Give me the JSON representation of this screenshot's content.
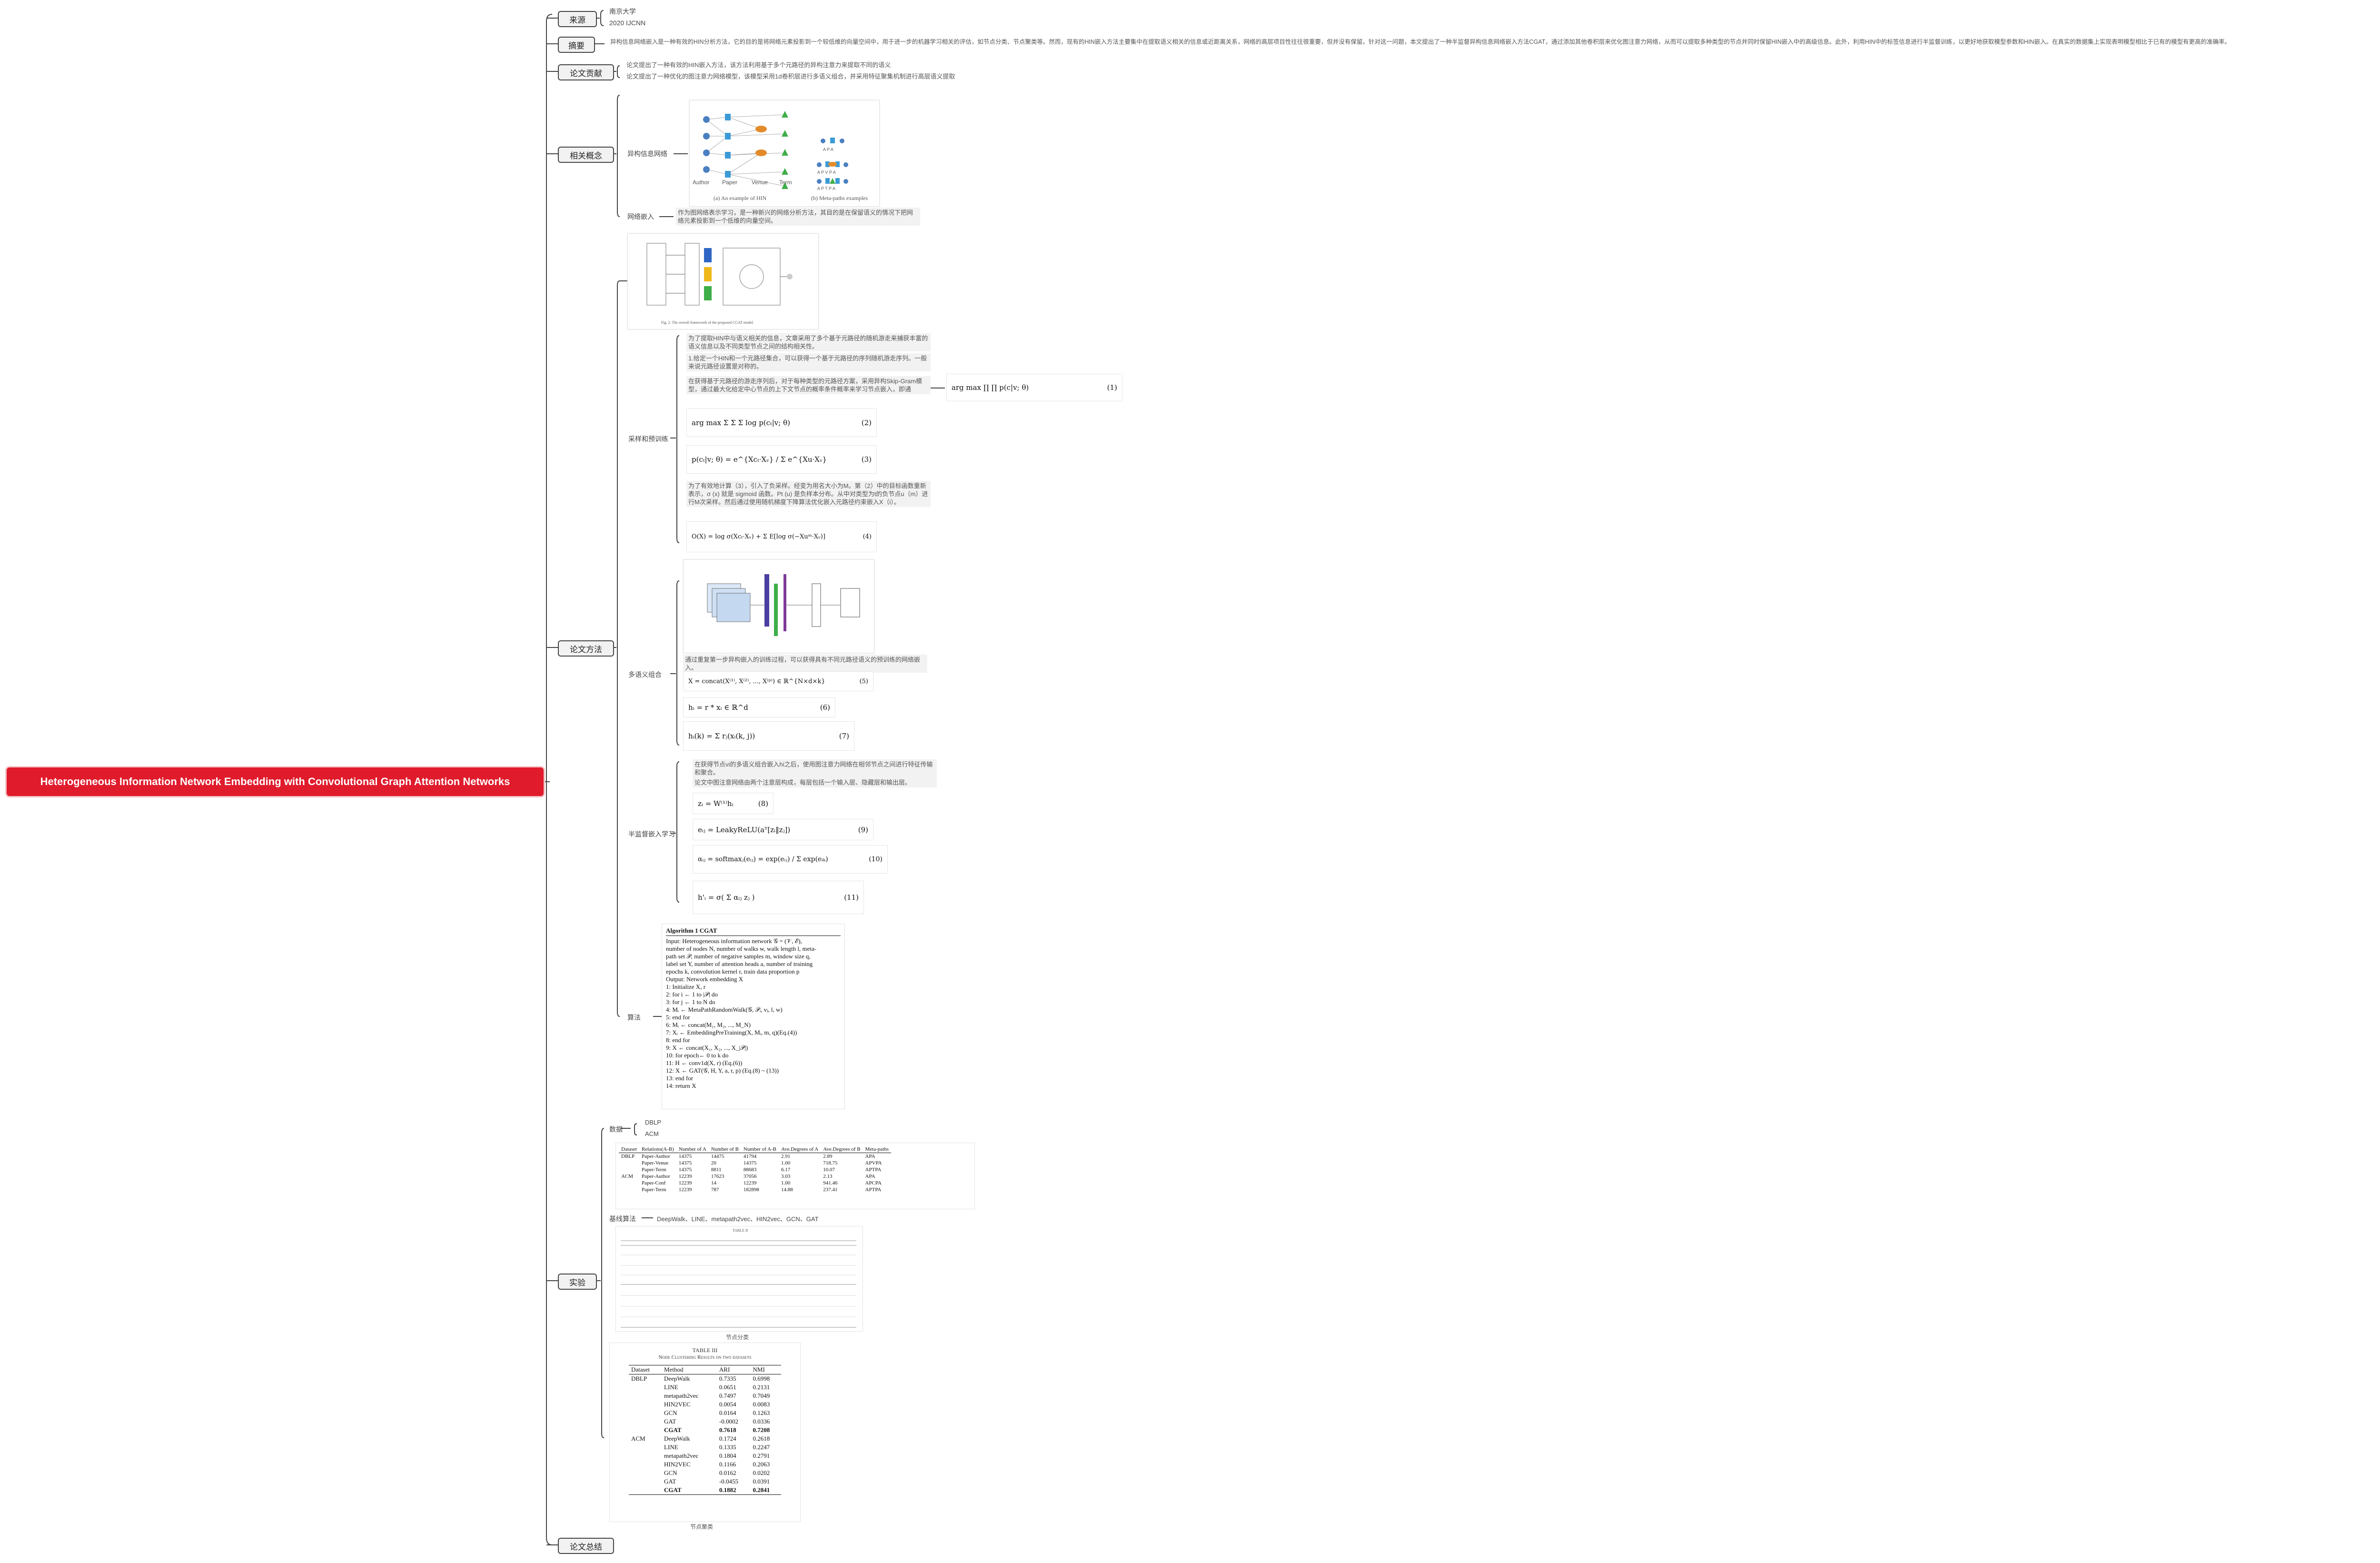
{
  "root": {
    "title": "Heterogeneous Information Network Embedding with Convolutional Graph Attention Networks"
  },
  "topics": {
    "source": "来源",
    "abstract": "摘要",
    "contribution": "论文贡献",
    "concepts": "相关概念",
    "method": "论文方法",
    "experiment": "实验",
    "summary": "论文总结"
  },
  "source": {
    "items": [
      "南京大学",
      "2020 IJCNN"
    ]
  },
  "abstract": {
    "text": "异构信息网络嵌入是一种有效的HIN分析方法，它的目的是将网络元素投影到一个较低维的向量空间中，用于进一步的机器学习相关的评估，如节点分类、节点聚类等。然而，现有的HIN嵌入方法主要集中在提取语义相关的信息或近距离关系，网络的高层项目性往往很重要，但并没有保留。针对这一问题，本文提出了一种半监督异构信息网络嵌入方法CGAT，通过添加其他卷积层来优化图注意力网络，从而可以提取多种类型的节点并同时保留HIN嵌入中的高级信息。此外，利用HIN中的标签信息进行半监督训练，以更好地获取模型参数和HIN嵌入。在真实的数据集上实现表明模型相比于已有的模型有更高的准确率。"
  },
  "contribution": {
    "items": [
      "论文提出了一种有效的HIN嵌入方法，该方法利用基于多个元路径的异构注意力来提取不同的语义",
      "论文提出了一种优化的图注意力网络模型，该模型采用1d卷积层进行多语义组合，并采用特征聚集机制进行高层语义提取"
    ]
  },
  "concepts": {
    "hin_label": "异构信息网络",
    "hin_caption_a": "(a) An example of HIN",
    "hin_caption_b": "(b) Meta-paths examples",
    "hin_nodes": [
      "Author",
      "Paper",
      "Venue",
      "Term"
    ],
    "metapaths": [
      "A P A",
      "A P V P A",
      "A P T P A"
    ],
    "embed_label": "网络嵌入",
    "embed_text": "作为图网络表示学习，是一种新兴的网络分析方法，其目的是在保留语义的情况下把网络元素投影到一个低维的向量空间。"
  },
  "method": {
    "figure_caption": "Fig. 2. The overall framework of the proposed CGAT model.",
    "sampling_label": "采样和预训练",
    "sampling_texts": [
      "为了提取HIN中与语义相关的信息，文章采用了多个基于元路径的随机游走来捕获丰富的语义信息以及不同类型节点之间的结构相关性。",
      "1.给定一个HIN和一个元路径集合，可以获得一个基于元路径的序列随机游走序列。一般来说元路径设置是对称的。",
      "在获得基于元路径的游走序列后，对于每种类型的元路径方案，采用异构Skip-Gram模型，通过最大化给定中心节点的上下文节点的概率条件概率来学习节点嵌入，即通"
    ],
    "eq1": "arg max ∏ ∏ p(c|v; θ)",
    "eq1_no": "(1)",
    "eq2": "arg max Σ Σ Σ log p(cₜ|v; θ)",
    "eq2_no": "(2)",
    "eq3": "p(cₜ|v; θ) = e^{Xcₜ·Xᵥ} / Σ e^{Xu·Xᵥ}",
    "eq3_no": "(3)",
    "sampling_text4": "为了有效地计算（3），引入了负采样。经变为用名大小为M。第（2）中的目标函数重新表示，σ (x) 就是 sigmoid 函数。Pt (u) 是负样本分布。从中对类型为t的负节点u（m）进行M次采样。然后通过使用随机梯度下降算法优化嵌入元路径约束嵌入X（i）。",
    "eq4": "O(X) = log σ(Xcₜ·Xᵥ) + Σ E[log σ(−Xuᵐ·Xᵥ)]",
    "eq4_no": "(4)",
    "multi_label": "多语义组合",
    "multi_text": "通过重复第一步异构嵌入的训练过程，可以获得具有不同元路径语义的预训练的网络嵌入。",
    "eq5": "X = concat(X⁽¹⁾, X⁽²⁾, ..., X⁽ᵖ⁾) ∈ ℝ^{N×d×k}",
    "eq5_no": "(5)",
    "eq6": "hᵢ = r * xᵢ ∈ ℝ^d",
    "eq6_no": "(6)",
    "eq7": "hᵢ(k) = Σ rⱼ(xᵢ(k, j))",
    "eq7_no": "(7)",
    "semi_label": "半监督嵌入学习",
    "semi_texts": [
      "在获得节点vi的多语义组合嵌入hi之后，使用图注意力网络在相邻节点之间进行特征传输和聚合。",
      "论文中图注意网络由两个注意层构成，每层包括一个输入层、隐藏层和输出层。"
    ],
    "eq8": "zᵢ = W⁽¹⁾hᵢ",
    "eq8_no": "(8)",
    "eq9": "eᵢⱼ = LeakyReLU(aᵀ[zᵢ‖zⱼ])",
    "eq9_no": "(9)",
    "eq10": "αᵢⱼ = softmaxⱼ(eᵢⱼ) = exp(eᵢⱼ) / Σ exp(eᵢₖ)",
    "eq10_no": "(10)",
    "eq11": "h'ᵢ = σ( Σ αᵢⱼ zⱼ )",
    "eq11_no": "(11)",
    "algo_label": "算法",
    "algo_title": "Algorithm 1 CGAT",
    "algo_lines": [
      "Input: Heterogeneous information network 𝒢 = (𝒱, ℰ),",
      "number of nodes N, number of walks w, walk length l, meta-",
      "path set 𝒫, number of negative samples m, window size q,",
      "label set Y, number of attention heads a, number of training",
      "epochs k, convolution kernel r, train data proportion p",
      "Output: Network embedding X",
      "1: Initialize X, r",
      "2: for i ← 1 to |𝒫| do",
      "3:    for j ← 1 to N do",
      "4:       Mᵢ ← MetaPathRandomWalk(𝒢, 𝒫ᵢ, vⱼ, l, w)",
      "5:    end for",
      "6:    Mᵢ ← concat(M₁, M₂, ..., M_N)",
      "7:    Xᵢ ← EmbeddingPreTraining(X, Mᵢ, m, q)(Eq.(4))",
      "8: end for",
      "9: X ← concat(X₁, X₂, ..., X_|𝒫|)",
      "10: for epoch← 0 to k do",
      "11:    H ← conv1d(X, r) (Eq.(6))",
      "12:    X ← GAT(𝒢, H, Y, a, r, p) (Eq.(8) ~ (13))",
      "13: end for",
      "14: return X"
    ]
  },
  "experiment": {
    "data_label": "数据",
    "datasets": [
      "DBLP",
      "ACM"
    ],
    "stats_headers": [
      "Dataset",
      "Relations(A-B)",
      "Number of A",
      "Number of B",
      "Number of A-B",
      "Ave.Degrees of A",
      "Ave.Degrees of B",
      "Meta-paths"
    ],
    "stats_rows": [
      [
        "DBLP",
        "Paper-Author",
        "14375",
        "14475",
        "41794",
        "2.91",
        "2.89",
        "APA"
      ],
      [
        "",
        "Paper-Venue",
        "14375",
        "20",
        "14375",
        "1.00",
        "718.75",
        "APVPA"
      ],
      [
        "",
        "Paper-Term",
        "14375",
        "8811",
        "88683",
        "6.17",
        "10.07",
        "APTPA"
      ],
      [
        "ACM",
        "Paper-Author",
        "12239",
        "17623",
        "37056",
        "3.03",
        "2.13",
        "APA"
      ],
      [
        "",
        "Paper-Conf",
        "12239",
        "14",
        "12239",
        "1.00",
        "941.46",
        "APCPA"
      ],
      [
        "",
        "Paper-Term",
        "12239",
        "787",
        "182898",
        "14.88",
        "237.41",
        "APTPA"
      ]
    ],
    "baseline_label": "基线算法",
    "baselines": "DeepWalk、LINE、metapath2vec、HIN2vec、GCN、GAT",
    "classification_caption": "节点分类",
    "classification_title": "TABLE II",
    "clustering_title": "TABLE III",
    "clustering_subtitle": "Node Clustering Results on two datasets",
    "clustering_headers": [
      "Dataset",
      "Method",
      "ARI",
      "NMI"
    ],
    "clustering_rows": [
      [
        "DBLP",
        "DeepWalk",
        "0.7335",
        "0.6998"
      ],
      [
        "",
        "LINE",
        "0.0651",
        "0.2131"
      ],
      [
        "",
        "metapath2vec",
        "0.7497",
        "0.7049"
      ],
      [
        "",
        "HIN2VEC",
        "0.0054",
        "0.0083"
      ],
      [
        "",
        "GCN",
        "0.0164",
        "0.1263"
      ],
      [
        "",
        "GAT",
        "-0.0002",
        "0.0336"
      ],
      [
        "",
        "CGAT",
        "0.7618",
        "0.7208"
      ],
      [
        "ACM",
        "DeepWalk",
        "0.1724",
        "0.2618"
      ],
      [
        "",
        "LINE",
        "0.1335",
        "0.2247"
      ],
      [
        "",
        "metapath2vec",
        "0.1804",
        "0.2791"
      ],
      [
        "",
        "HIN2VEC",
        "0.1166",
        "0.2063"
      ],
      [
        "",
        "GCN",
        "0.0162",
        "0.0202"
      ],
      [
        "",
        "GAT",
        "-0.0455",
        "0.0391"
      ],
      [
        "",
        "CGAT",
        "0.1882",
        "0.2841"
      ]
    ],
    "clustering_caption": "节点聚类"
  }
}
